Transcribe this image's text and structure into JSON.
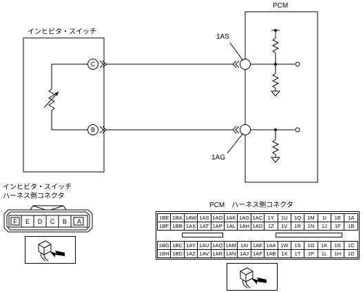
{
  "labels": {
    "pcm": "PCM",
    "switch": "インヒビタ・スイッチ",
    "pin_1as": "1AS",
    "pin_1ag": "1AG",
    "term_c": "C",
    "term_b": "B",
    "switch_connector_title_1": "インヒビタ・スイッチ",
    "switch_connector_title_2": "ハーネス側コネクタ",
    "pcm_connector_title": "PCM　ハーネス側コネクタ"
  },
  "switch_connector_pins": [
    "F",
    "E",
    "D",
    "C",
    "B",
    "A"
  ],
  "pcm_upper_rows": [
    [
      "1BE",
      "1BA",
      "1AW",
      "1AS",
      "1AO",
      "1AK",
      "1AG",
      "1AC",
      "1Y",
      "1U",
      "1Q",
      "1M",
      "1I",
      "1E",
      "1A"
    ],
    [
      "1BF",
      "1BB",
      "1AX",
      "1AT",
      "1AP",
      "1AL",
      "1AH",
      "1AD",
      "1Z",
      "1V",
      "1R",
      "1N",
      "1J",
      "1F",
      "1B"
    ]
  ],
  "pcm_lower_rows": [
    [
      "1BG",
      "1BC",
      "1AY",
      "1AU",
      "1AQ",
      "1AM",
      "1AI",
      "1AE",
      "1AA",
      "1W",
      "1S",
      "1O",
      "1K",
      "1G",
      "1C"
    ],
    [
      "1BH",
      "1BD",
      "1AZ",
      "1AV",
      "1AR",
      "1AN",
      "1AJ",
      "1AF",
      "1AB",
      "1X",
      "1T",
      "1P",
      "1L",
      "1H",
      "1D"
    ]
  ]
}
